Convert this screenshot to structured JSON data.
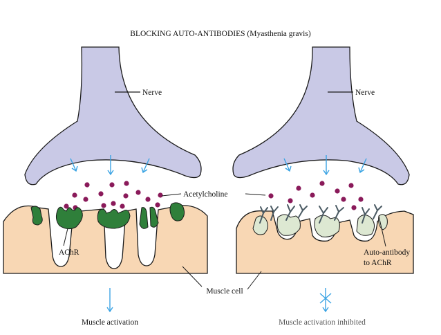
{
  "title": "BLOCKING AUTO-ANTIBODIES (Myasthenia gravis)",
  "labels": {
    "nerve_left": "Nerve",
    "nerve_right": "Nerve",
    "acetylcholine": "Acetylcholine",
    "achr": "AChR",
    "muscle_cell": "Muscle cell",
    "auto_antibody_line1": "Auto-antibody",
    "auto_antibody_line2": "to AChR",
    "outcome_left": "Muscle activation",
    "outcome_right": "Muscle activation inhibited"
  },
  "colors": {
    "nerve_fill": "#c9c9e6",
    "muscle_fill": "#f8d7b4",
    "receptor_fill": "#2f7f3a",
    "blocked_receptor_fill": "#dde8d2",
    "acetylcholine_dot": "#8a1a5a",
    "arrow": "#3aa3e3",
    "antibody": "#4a5a63",
    "outline": "#1a1a1a"
  }
}
